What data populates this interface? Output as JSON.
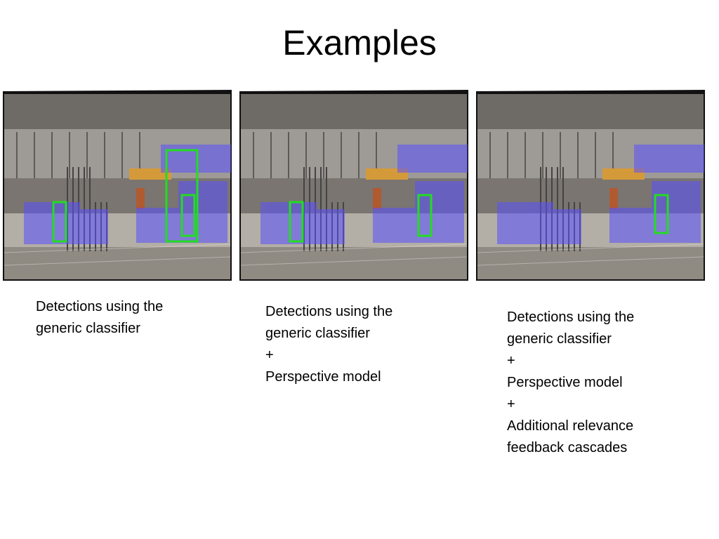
{
  "slide": {
    "title": "Examples"
  },
  "panels": [
    {
      "caption_lines": [
        "Detections using the",
        "generic classifier"
      ],
      "detections": 3
    },
    {
      "caption_lines": [
        "Detections using the",
        "generic classifier",
        "+",
        "Perspective model"
      ],
      "detections": 2
    },
    {
      "caption_lines": [
        "Detections using the",
        "generic classifier",
        "+",
        "Perspective model",
        "+",
        "Additional relevance",
        "feedback cascades"
      ],
      "detections": 1
    }
  ],
  "colors": {
    "detection_box": "#22dd22",
    "overlay": "#5a50ff",
    "background": "#ffffff",
    "text": "#000000"
  }
}
